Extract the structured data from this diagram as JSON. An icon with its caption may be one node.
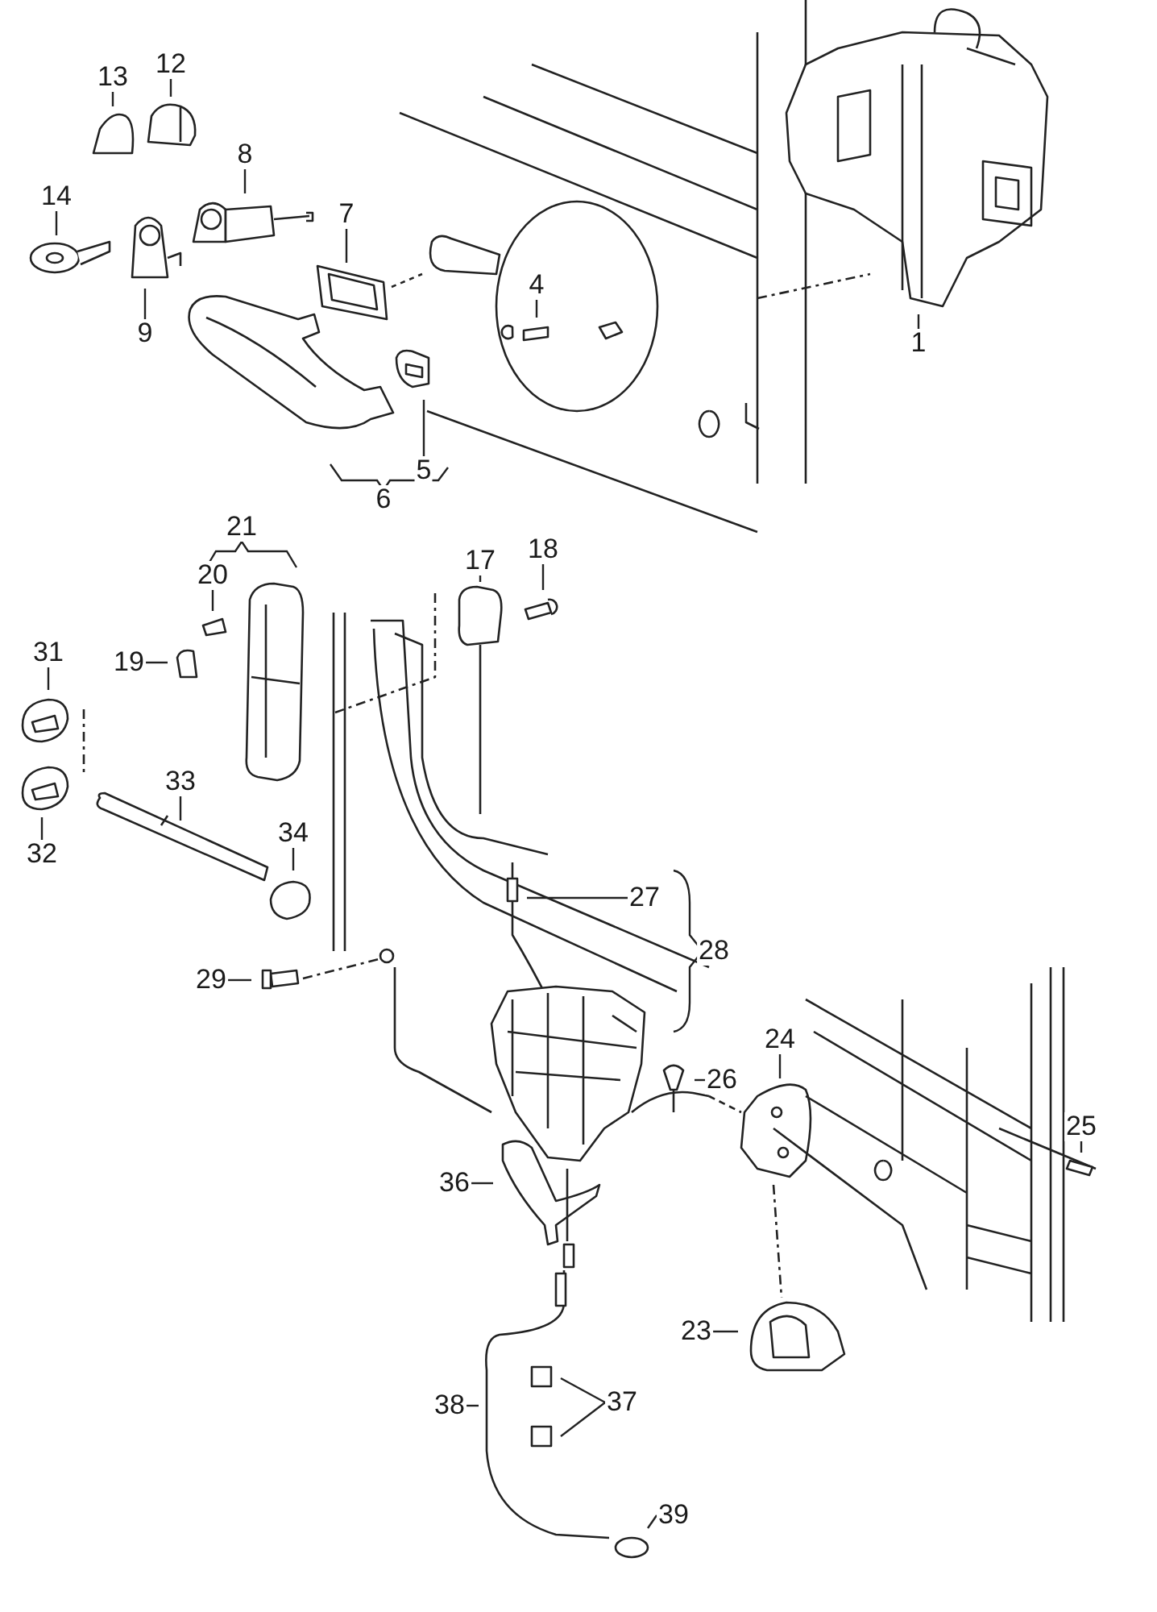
{
  "diagram": {
    "nodes": [
      {
        "text": [
          "13"
        ]
      },
      {
        "text": [
          "12"
        ]
      },
      {
        "text": [
          "8"
        ]
      },
      {
        "text": [
          "14"
        ]
      },
      {
        "text": [
          "7"
        ]
      },
      {
        "text": [
          "9"
        ]
      },
      {
        "text": [
          "4"
        ]
      },
      {
        "text": [
          "1"
        ]
      },
      {
        "text": [
          "5"
        ]
      },
      {
        "text": [
          "17"
        ]
      },
      {
        "text": [
          "18"
        ]
      },
      {
        "text": [
          "20"
        ]
      },
      {
        "text": [
          "19"
        ]
      },
      {
        "text": [
          "31"
        ]
      },
      {
        "text": [
          "33"
        ]
      },
      {
        "text": [
          "32"
        ]
      },
      {
        "text": [
          "34"
        ]
      },
      {
        "text": [
          "27"
        ]
      },
      {
        "text": [
          "29"
        ]
      },
      {
        "text": [
          "26"
        ]
      },
      {
        "text": [
          "24"
        ]
      },
      {
        "text": [
          "36"
        ]
      },
      {
        "text": [
          "25"
        ]
      },
      {
        "text": [
          "23"
        ]
      },
      {
        "text": [
          "38"
        ]
      },
      {
        "text": [
          "37"
        ]
      },
      {
        "text": [
          "39"
        ]
      },
      {
        "text": [
          "6"
        ]
      },
      {
        "text": [
          "21"
        ]
      },
      {
        "text": [
          "28"
        ]
      }
    ],
    "edges": [
      {
        "from": 0,
        "to": null,
        "arrow": "none"
      },
      {
        "from": 1,
        "to": null,
        "arrow": "none"
      },
      {
        "from": 2,
        "to": null,
        "arrow": "none"
      },
      {
        "from": 3,
        "to": null,
        "arrow": "none"
      },
      {
        "from": 4,
        "to": null,
        "arrow": "none"
      },
      {
        "from": 5,
        "to": null,
        "arrow": "none"
      },
      {
        "from": 6,
        "to": null,
        "arrow": "none"
      },
      {
        "from": 7,
        "to": null,
        "arrow": "none"
      },
      {
        "from": 8,
        "to": null,
        "arrow": "none"
      },
      {
        "from": 9,
        "to": null,
        "arrow": "none"
      },
      {
        "from": 10,
        "to": null,
        "arrow": "none"
      },
      {
        "from": 11,
        "to": null,
        "arrow": "none"
      },
      {
        "from": 12,
        "to": null,
        "arrow": "none"
      },
      {
        "from": 13,
        "to": null,
        "arrow": "none"
      },
      {
        "from": 14,
        "to": null,
        "arrow": "none"
      },
      {
        "from": 15,
        "to": null,
        "arrow": "none"
      },
      {
        "from": 16,
        "to": null,
        "arrow": "none"
      },
      {
        "from": 17,
        "to": null,
        "arrow": "none"
      },
      {
        "from": 18,
        "to": null,
        "arrow": "none"
      },
      {
        "from": 19,
        "to": null,
        "arrow": "none"
      },
      {
        "from": 20,
        "to": null,
        "arrow": "none"
      },
      {
        "from": 21,
        "to": null,
        "arrow": "none"
      },
      {
        "from": 22,
        "to": null,
        "arrow": "none"
      },
      {
        "from": 23,
        "to": null,
        "arrow": "none"
      },
      {
        "from": 24,
        "to": null,
        "arrow": "none"
      },
      {
        "from": 25,
        "to": null,
        "arrow": "none"
      },
      {
        "from": 25,
        "to": null,
        "arrow": "none"
      },
      {
        "from": 26,
        "to": null,
        "arrow": "none"
      }
    ]
  }
}
